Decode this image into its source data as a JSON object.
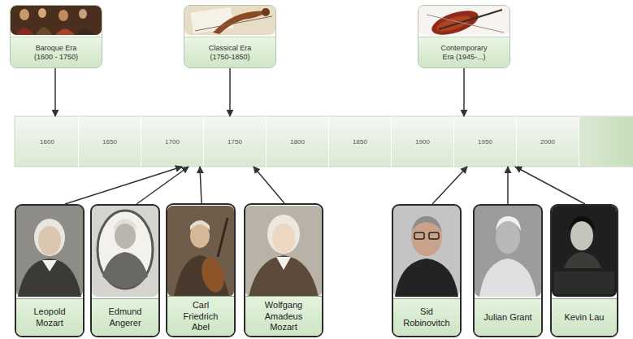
{
  "diagram": {
    "nodes": [
      {
        "text": [
          "Baroque Era (1600 - 1750)"
        ]
      },
      {
        "text": [
          "Classical Era (1750-1850)"
        ]
      },
      {
        "text": [
          "Contemporary Era (1945-...)"
        ]
      },
      {
        "text": [
          "1600"
        ]
      },
      {
        "text": [
          "1650"
        ]
      },
      {
        "text": [
          "1700"
        ]
      },
      {
        "text": [
          "1750"
        ]
      },
      {
        "text": [
          "1800"
        ]
      },
      {
        "text": [
          "1850"
        ]
      },
      {
        "text": [
          "1900"
        ]
      },
      {
        "text": [
          "1950"
        ]
      },
      {
        "text": [
          "2000"
        ]
      },
      {
        "text": [
          "Leopold Mozart"
        ]
      },
      {
        "text": [
          "Edmund Angerer"
        ]
      },
      {
        "text": [
          "Carl Friedrich Abel"
        ]
      },
      {
        "text": [
          "Wolfgang Amadeus Mozart"
        ]
      },
      {
        "text": [
          "Sid Robinovitch"
        ]
      },
      {
        "text": [
          "Julian Grant"
        ]
      },
      {
        "text": [
          "Kevin Lau"
        ]
      }
    ],
    "edges": [
      {
        "from": 0,
        "to": 3,
        "arrow": "to"
      },
      {
        "from": 1,
        "to": 6,
        "arrow": "to"
      },
      {
        "from": 2,
        "to": 10,
        "arrow": "to"
      },
      {
        "from": 12,
        "to": 5,
        "arrow": "to"
      },
      {
        "from": 13,
        "to": 5,
        "arrow": "to"
      },
      {
        "from": 14,
        "to": 5,
        "arrow": "to"
      },
      {
        "from": 15,
        "to": 6,
        "arrow": "to"
      },
      {
        "from": 16,
        "to": 10,
        "arrow": "to"
      },
      {
        "from": 17,
        "to": 10,
        "arrow": "to"
      },
      {
        "from": 18,
        "to": 10,
        "arrow": "to"
      }
    ]
  }
}
